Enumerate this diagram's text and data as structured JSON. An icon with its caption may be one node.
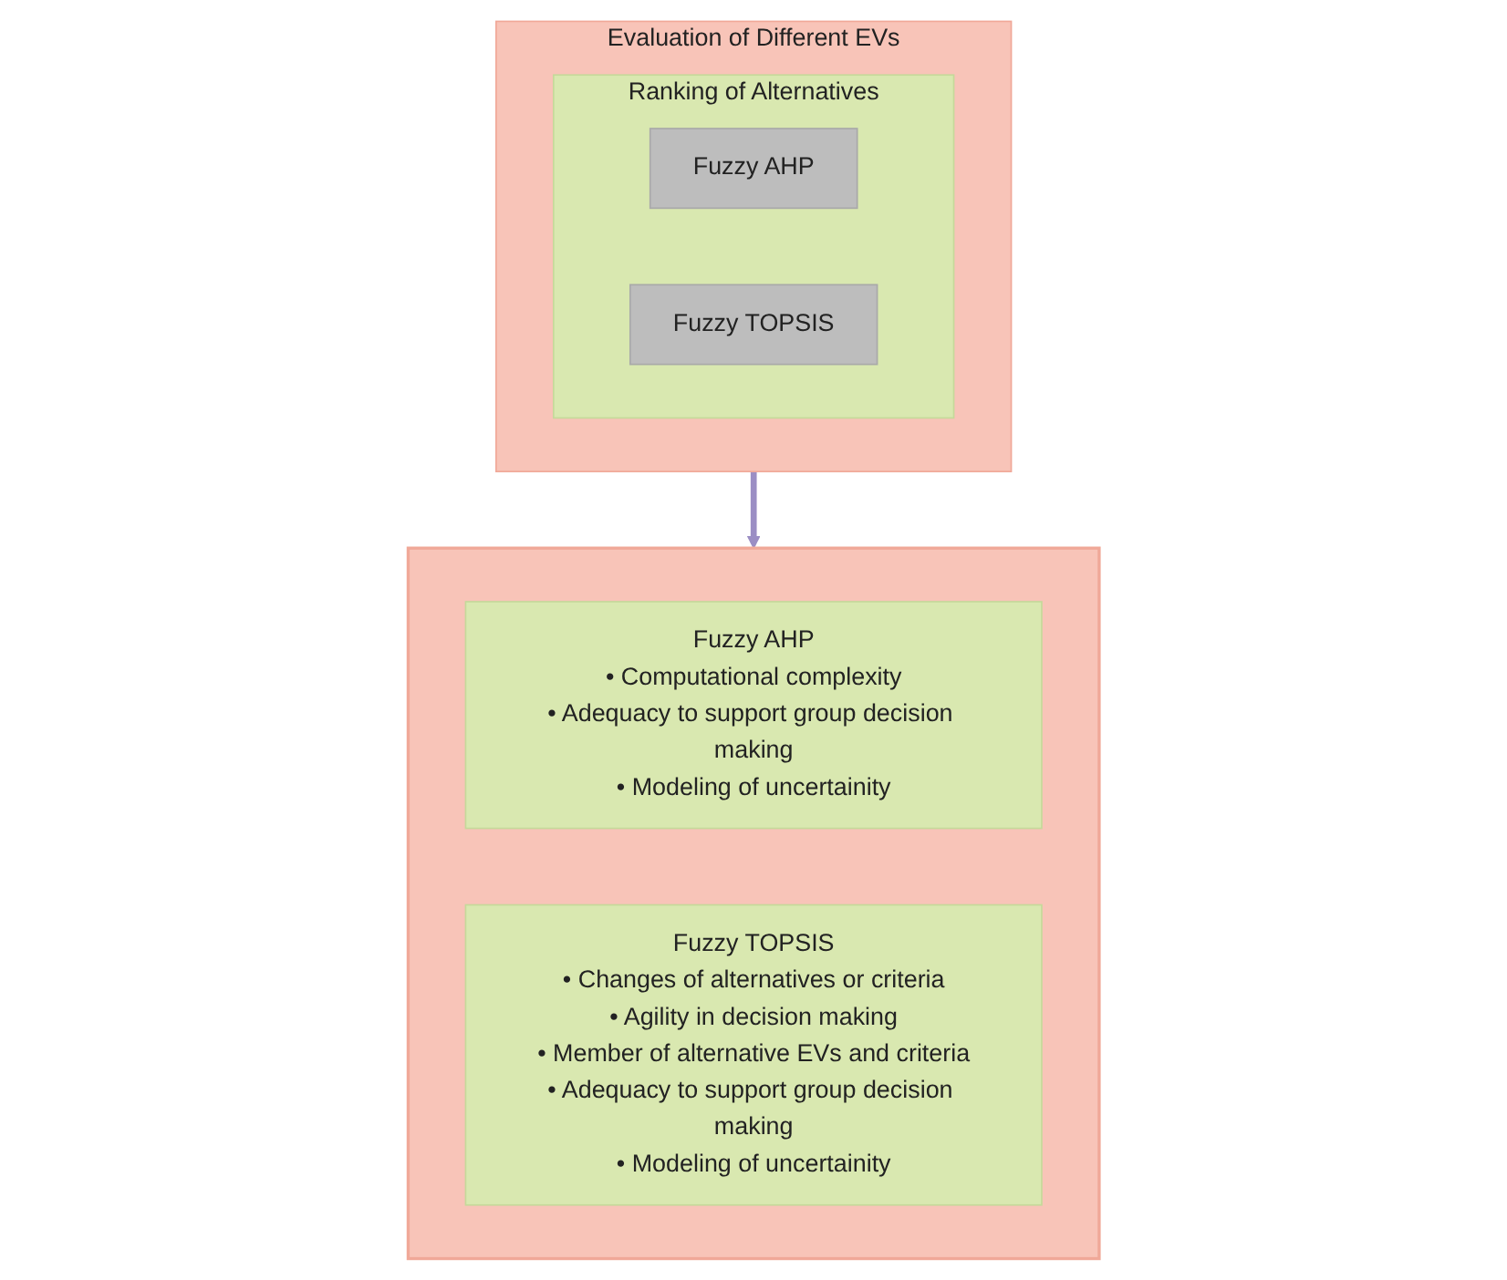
{
  "diagram": {
    "nodes": [
      {
        "text": [
          "Evaluation of Different EVs"
        ]
      },
      {
        "text": [
          "Ranking of Alternatives"
        ],
        "in": 0
      },
      {
        "text": [
          "Fuzzy AHP"
        ],
        "in": 1
      },
      {
        "text": [
          "Fuzzy TOPSIS"
        ],
        "in": 1
      },
      {
        "text": [],
        "shape": "box"
      },
      {
        "text": [
          "Fuzzy AHP",
          "• Computational complexity",
          "• Adequacy to support group decision making",
          "• Modeling of uncertainity"
        ],
        "in": 4
      },
      {
        "text": [
          "Fuzzy TOPSIS",
          "• Changes of alternatives or criteria",
          "• Agility in decision making",
          "• Member of alternative EVs and criteria",
          "• Adequacy to support group decision making",
          "• Modeling of uncertainity"
        ],
        "in": 4
      }
    ],
    "edges": [
      {
        "from": 0,
        "to": 4,
        "arrow": "to",
        "color": "#9b8ec4"
      }
    ]
  }
}
